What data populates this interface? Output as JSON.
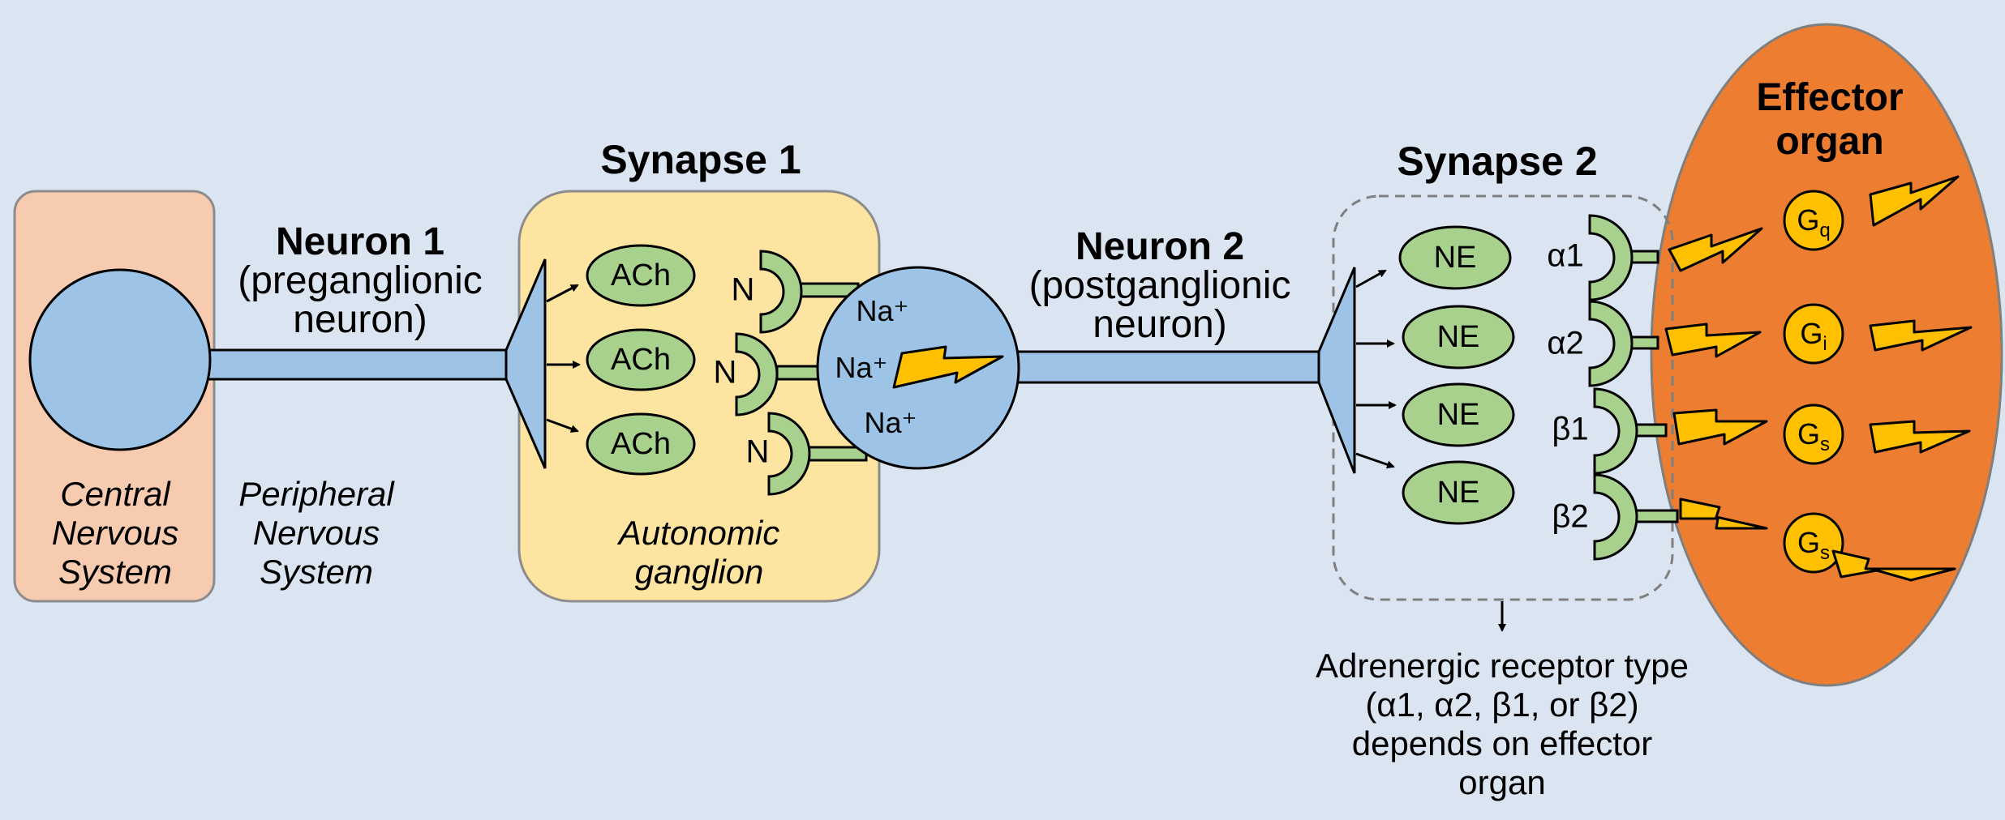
{
  "colors": {
    "background": "#dbe5f2",
    "cns_box": "#f7cbb0",
    "ganglion_box": "#fde5a1",
    "neuron_blue": "#9dc3e6",
    "vesicle_green": "#a9d18e",
    "effector_orange": "#ed7d31",
    "gprotein_yellow": "#ffc000",
    "bolt_yellow": "#ffc000"
  },
  "cns": {
    "label_line1": "Central",
    "label_line2": "Nervous",
    "label_line3": "System"
  },
  "pns": {
    "label_line1": "Peripheral",
    "label_line2": "Nervous",
    "label_line3": "System"
  },
  "neuron1": {
    "title": "Neuron 1",
    "subtitle_line1": "(preganglionic",
    "subtitle_line2": "neuron)"
  },
  "synapse1": {
    "title": "Synapse 1",
    "ganglion_line1": "Autonomic",
    "ganglion_line2": "ganglion",
    "vesicles": [
      "ACh",
      "ACh",
      "ACh"
    ],
    "receptors": [
      "N",
      "N",
      "N"
    ],
    "ions": [
      "Na⁺",
      "Na⁺",
      "Na⁺"
    ]
  },
  "neuron2": {
    "title": "Neuron 2",
    "subtitle_line1": "(postganglionic",
    "subtitle_line2": "neuron)"
  },
  "synapse2": {
    "title": "Synapse 2",
    "vesicles": [
      "NE",
      "NE",
      "NE",
      "NE"
    ],
    "receptors": [
      "α1",
      "α2",
      "β1",
      "β2"
    ]
  },
  "effector": {
    "title_line1": "Effector",
    "title_line2": "organ",
    "gproteins": [
      {
        "base": "G",
        "sub": "q"
      },
      {
        "base": "G",
        "sub": "i"
      },
      {
        "base": "G",
        "sub": "s"
      },
      {
        "base": "G",
        "sub": "s"
      }
    ]
  },
  "note": {
    "line1": "Adrenergic receptor type",
    "line2": "(α1, α2, β1, or β2)",
    "line3": "depends on effector",
    "line4": "organ"
  }
}
